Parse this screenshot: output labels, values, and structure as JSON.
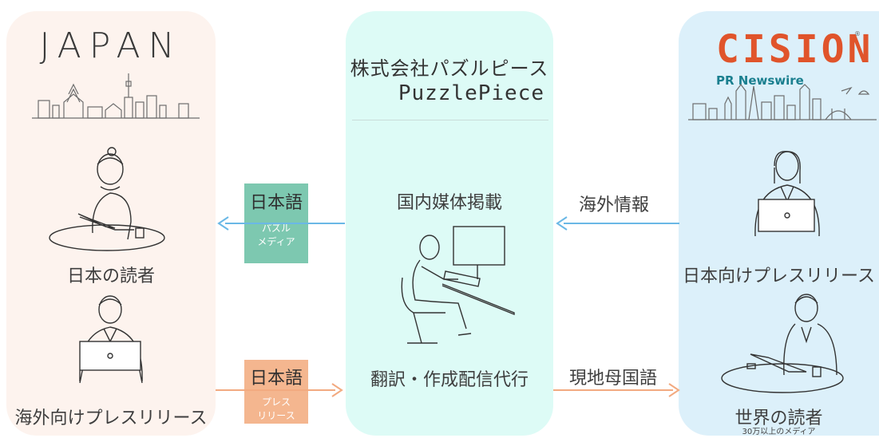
{
  "left": {
    "title": "JAPAN",
    "reader_label": "日本の読者",
    "release_label": "海外向けプレスリリース"
  },
  "center": {
    "company_jp": "株式会社パズルピース",
    "company_en": "PuzzlePiece",
    "domestic_label": "国内媒体掲載",
    "translation_label": "翻訳・作成配信代行"
  },
  "right": {
    "logo_text": "CISION",
    "logo_sub": "PR Newswire",
    "release_label": "日本向けプレスリリース",
    "world_reader_label": "世界の読者",
    "world_reader_note": "30万以上のメディア"
  },
  "tags": {
    "green": {
      "main": "日本語",
      "sub1": "パズル",
      "sub2": "メディア"
    },
    "orange": {
      "main": "日本語",
      "sub1": "プレス",
      "sub2": "リリース"
    }
  },
  "arrows": {
    "overseas_info": "海外情報",
    "local_language": "現地母国語"
  },
  "colors": {
    "left_panel": "#fdf3ee",
    "center_panel": "#ddfbf6",
    "right_panel": "#dcf0fa",
    "green_tag": "#7dc8b0",
    "orange_tag": "#f4b68f",
    "blue_arrow": "#6ab8e6",
    "orange_arrow": "#f2aa80",
    "cision_orange": "#e0542b",
    "cision_teal": "#1a7f8f"
  }
}
